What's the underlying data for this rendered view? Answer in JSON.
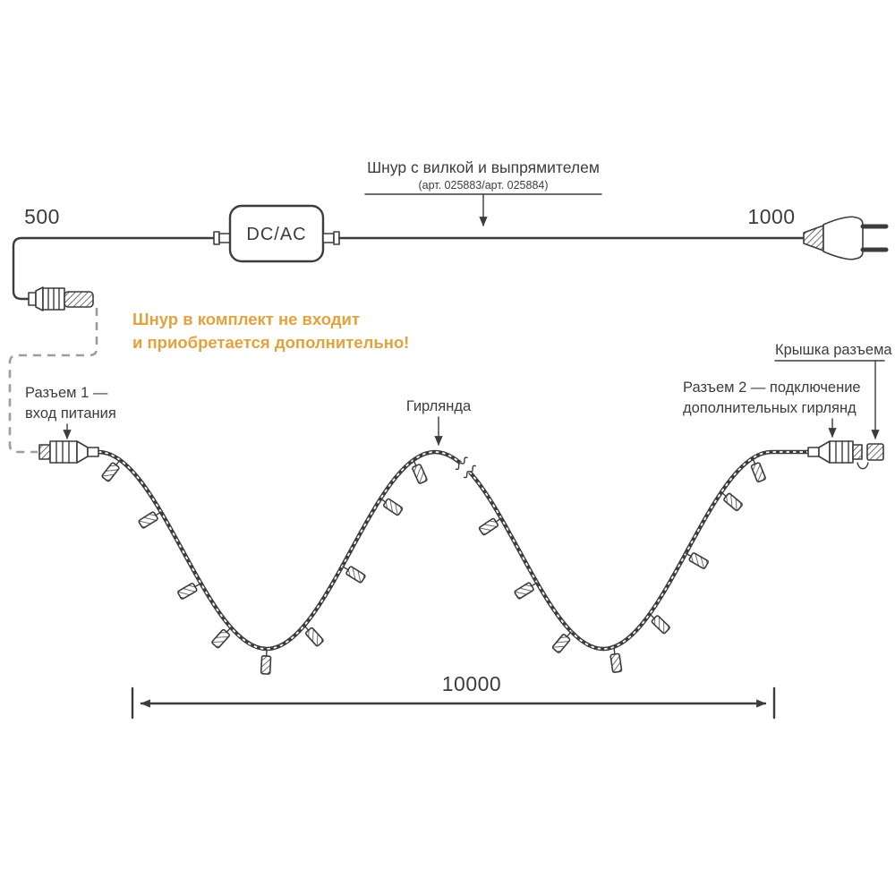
{
  "colors": {
    "line": "#3c3c3c",
    "note_accent": "#e3a23c",
    "dashed_route": "#9c9c9c"
  },
  "top": {
    "cord_label": "Шнур с вилкой и выпрямителем",
    "cord_art": "(арт. 025883/арт. 025884)",
    "dim_left": "500",
    "dim_right": "1000",
    "converter_label": "DC/AC"
  },
  "note": {
    "line1": "Шнур в комплект не входит",
    "line2": "и приобретается дополнительно!"
  },
  "labels": {
    "cap": "Крышка разъема",
    "connector1_line1": "Разъем 1 —",
    "connector1_line2": "вход питания",
    "garland": "Гирлянда",
    "connector2_line1": "Разъем 2 — подключение",
    "connector2_line2": "дополнительных гирлянд"
  },
  "dimension": {
    "total": "10000"
  }
}
